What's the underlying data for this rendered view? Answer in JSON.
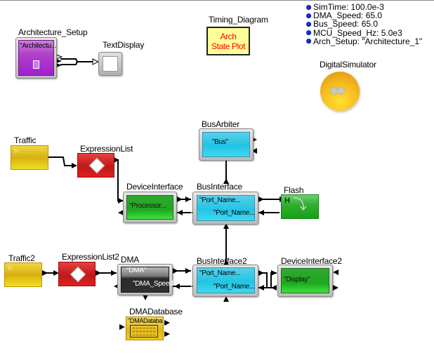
{
  "parameters": [
    {
      "label": "SimTime: 100.0e-3"
    },
    {
      "label": "DMA_Speed: 65.0"
    },
    {
      "label": "Bus_Speed: 65.0"
    },
    {
      "label": "MCU_Speed_Hz: 5.0e3"
    },
    {
      "label": "Arch_Setup: \"Architecture_1\""
    }
  ],
  "colors": {
    "parameter_dot": "#1a2fd0",
    "purple_actor": "#a020d0",
    "cyan_actor": "#22c4e4",
    "green_actor": "#22b022",
    "red_actor": "#d02020",
    "yellow_actor": "#f0d020",
    "dark_actor": "#303030",
    "plot_bg": "#ffff99",
    "plot_text": "#ff0000",
    "director_orange": "#f0b020"
  },
  "actors": {
    "architecture_setup": {
      "name": "Architecture_Setup",
      "text": "\"Architectu..."
    },
    "text_display": {
      "name": "TextDisplay"
    },
    "timing_diagram": {
      "name": "Timing_Diagram",
      "line1": "Arch",
      "line2": "State Plot"
    },
    "digital_simulator": {
      "name": "DigitalSimulator"
    },
    "traffic": {
      "name": "Traffic"
    },
    "expression_list": {
      "name": "ExpressionList"
    },
    "device_interface": {
      "name": "DeviceInterface",
      "text": "\"Processor..."
    },
    "bus_arbiter": {
      "name": "BusArbiter",
      "text": "\"Bus\""
    },
    "bus_interface": {
      "name": "BusInterface",
      "text1": "\"Port_Name...",
      "text2": "\"Port_Name..."
    },
    "flash": {
      "name": "Flash",
      "glyph": "H"
    },
    "traffic2": {
      "name": "Traffic2"
    },
    "expression_list2": {
      "name": "ExpressionList2"
    },
    "dma": {
      "name": "DMA",
      "text1": "\"DMA\"",
      "text2": "\"DMA_Speed."
    },
    "bus_interface2": {
      "name": "BusInterface2",
      "text1": "\"Port_Name...",
      "text2": "\"Port_Name..."
    },
    "device_interface2": {
      "name": "DeviceInterface2",
      "text": "\"Display\""
    },
    "dma_database": {
      "name": "DMADatabase",
      "text": "\"DMADataba"
    }
  }
}
